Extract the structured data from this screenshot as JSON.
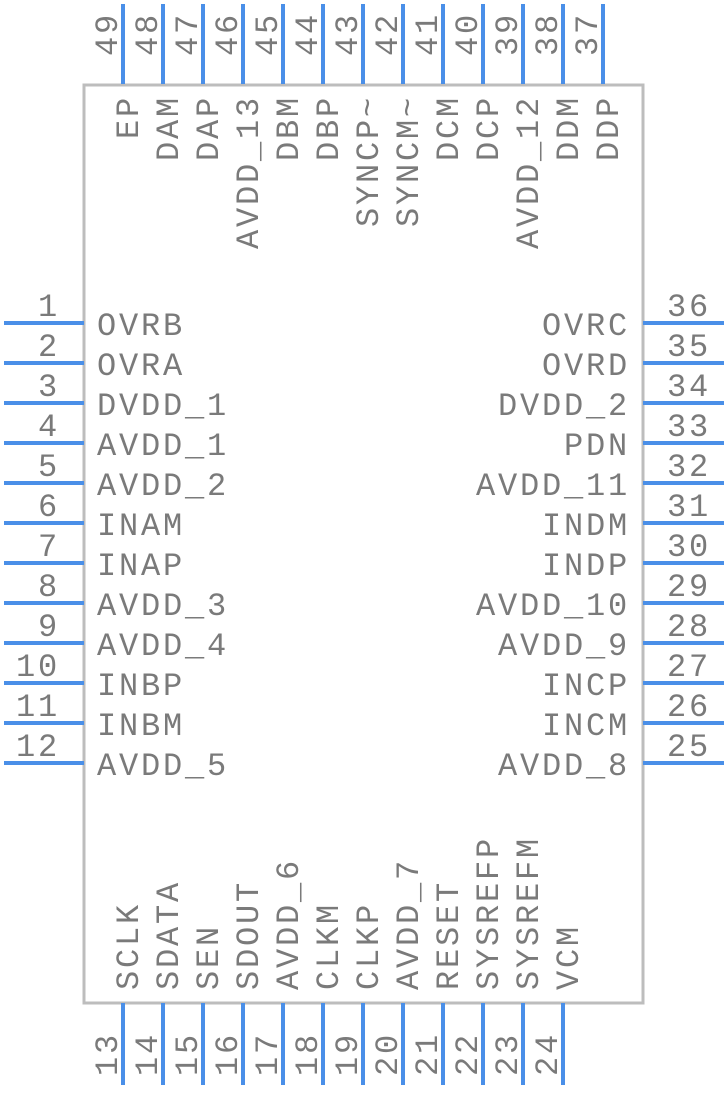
{
  "component": {
    "pins_left": [
      {
        "num": "1",
        "name": "OVRB"
      },
      {
        "num": "2",
        "name": "OVRA"
      },
      {
        "num": "3",
        "name": "DVDD_1"
      },
      {
        "num": "4",
        "name": "AVDD_1"
      },
      {
        "num": "5",
        "name": "AVDD_2"
      },
      {
        "num": "6",
        "name": "INAM"
      },
      {
        "num": "7",
        "name": "INAP"
      },
      {
        "num": "8",
        "name": "AVDD_3"
      },
      {
        "num": "9",
        "name": "AVDD_4"
      },
      {
        "num": "10",
        "name": "INBP"
      },
      {
        "num": "11",
        "name": "INBM"
      },
      {
        "num": "12",
        "name": "AVDD_5"
      }
    ],
    "pins_right": [
      {
        "num": "36",
        "name": "OVRC"
      },
      {
        "num": "35",
        "name": "OVRD"
      },
      {
        "num": "34",
        "name": "DVDD_2"
      },
      {
        "num": "33",
        "name": "PDN"
      },
      {
        "num": "32",
        "name": "AVDD_11"
      },
      {
        "num": "31",
        "name": "INDM"
      },
      {
        "num": "30",
        "name": "INDP"
      },
      {
        "num": "29",
        "name": "AVDD_10"
      },
      {
        "num": "28",
        "name": "AVDD_9"
      },
      {
        "num": "27",
        "name": "INCP"
      },
      {
        "num": "26",
        "name": "INCM"
      },
      {
        "num": "25",
        "name": "AVDD_8"
      }
    ],
    "pins_top": [
      {
        "num": "49",
        "name": "EP"
      },
      {
        "num": "48",
        "name": "DAM"
      },
      {
        "num": "47",
        "name": "DAP"
      },
      {
        "num": "46",
        "name": "AVDD_13"
      },
      {
        "num": "45",
        "name": "DBM"
      },
      {
        "num": "44",
        "name": "DBP"
      },
      {
        "num": "43",
        "name": "SYNCP~"
      },
      {
        "num": "42",
        "name": "SYNCM~"
      },
      {
        "num": "41",
        "name": "DCM"
      },
      {
        "num": "40",
        "name": "DCP"
      },
      {
        "num": "39",
        "name": "AVDD_12"
      },
      {
        "num": "38",
        "name": "DDM"
      },
      {
        "num": "37",
        "name": "DDP"
      }
    ],
    "pins_bottom": [
      {
        "num": "13",
        "name": "SCLK"
      },
      {
        "num": "14",
        "name": "SDATA"
      },
      {
        "num": "15",
        "name": "SEN"
      },
      {
        "num": "16",
        "name": "SDOUT"
      },
      {
        "num": "17",
        "name": "AVDD_6"
      },
      {
        "num": "18",
        "name": "CLKM"
      },
      {
        "num": "19",
        "name": "CLKP"
      },
      {
        "num": "20",
        "name": "AVDD_7"
      },
      {
        "num": "21",
        "name": "RESET"
      },
      {
        "num": "22",
        "name": "SYSREFP"
      },
      {
        "num": "23",
        "name": "SYSREFM"
      },
      {
        "num": "24",
        "name": "VCM"
      }
    ]
  },
  "colors": {
    "pin": "#4a8fe8",
    "body": "#bdbdbd",
    "text": "#7a7a7a"
  }
}
